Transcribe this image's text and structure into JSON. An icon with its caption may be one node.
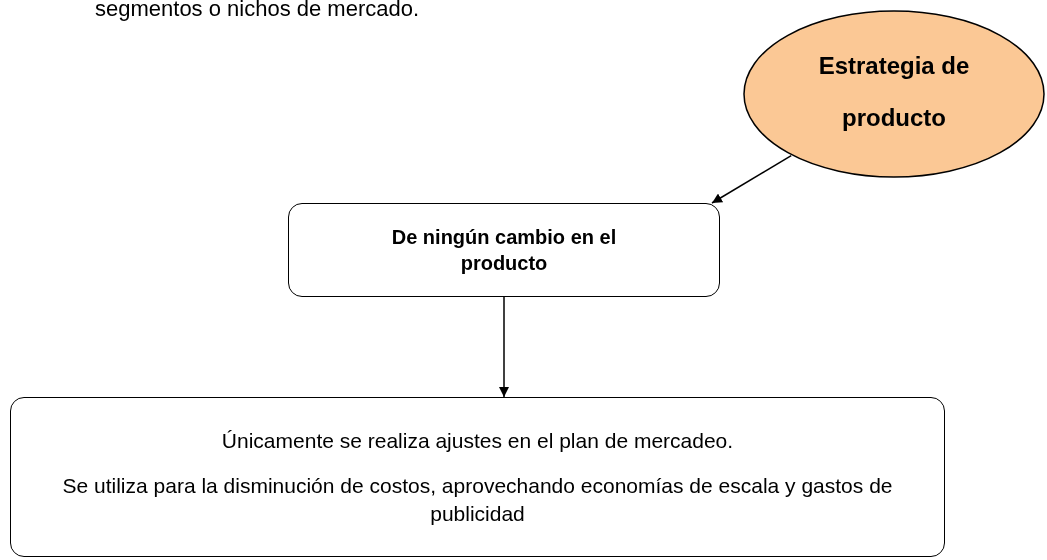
{
  "diagram": {
    "nodes": [
      {
        "text": [
          "Estrategia de producto"
        ]
      },
      {
        "text": [
          "De ningún cambio en el producto"
        ]
      },
      {
        "text": [
          "Únicamente se realiza ajustes en el plan de mercadeo.",
          "Se utiliza para la disminución de costos, aprovechando economías de escala y gastos de publicidad"
        ]
      }
    ],
    "edges": [
      {
        "from": 0,
        "to": 1,
        "arrow": "to"
      },
      {
        "from": 1,
        "to": 2,
        "arrow": "to"
      }
    ],
    "labels": [
      "segmentos o nichos de mercado."
    ]
  }
}
